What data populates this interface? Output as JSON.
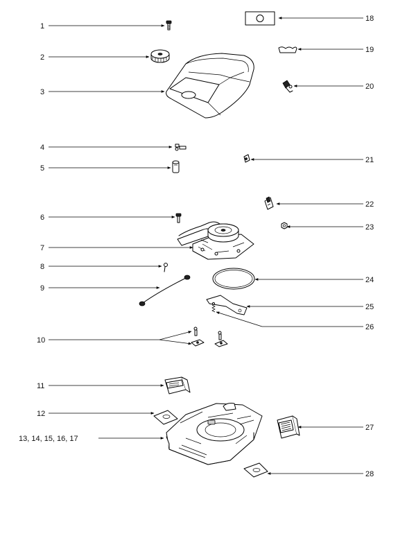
{
  "callouts": {
    "c1": "1",
    "c2": "2",
    "c3": "3",
    "c4": "4",
    "c5": "5",
    "c6": "6",
    "c7": "7",
    "c8": "8",
    "c9": "9",
    "c10": "10",
    "c11": "11",
    "c12": "12",
    "c13": "13, 14, 15, 16, 17",
    "c18": "18",
    "c19": "19",
    "c20": "20",
    "c21": "21",
    "c22": "22",
    "c23": "23",
    "c24": "24",
    "c25": "25",
    "c26": "26",
    "c27": "27",
    "c28": "28"
  },
  "colors": {
    "ink": "#000000",
    "paper": "#ffffff",
    "shade": "#cfcfcf"
  }
}
